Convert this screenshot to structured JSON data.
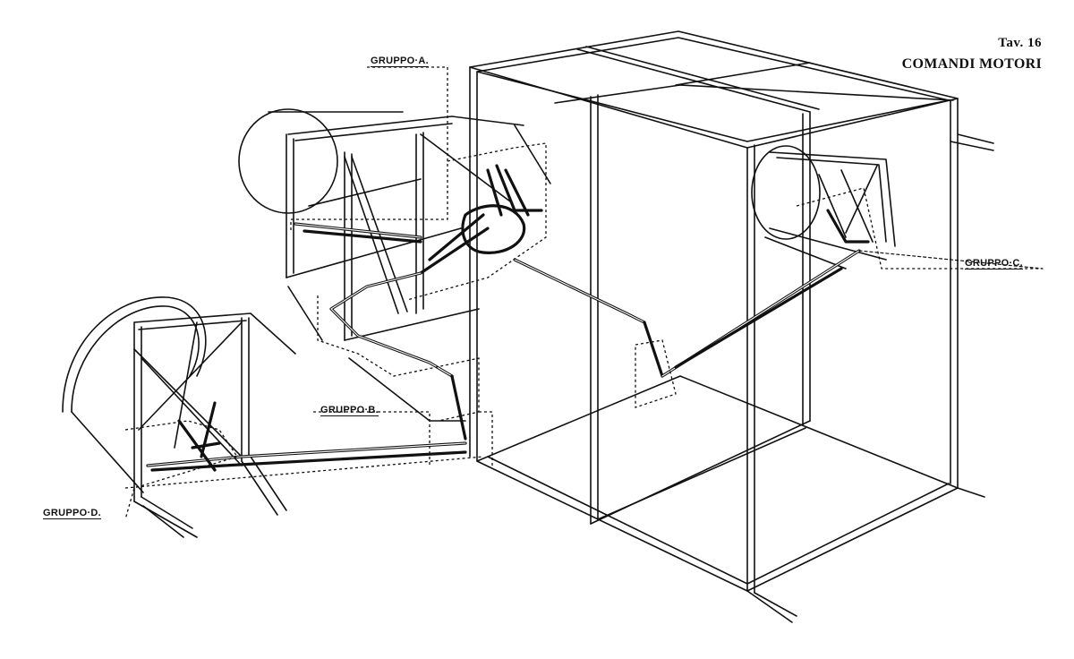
{
  "header": {
    "plate": "Tav. 16",
    "title": "COMANDI MOTORI"
  },
  "labels": {
    "group_a": "GRUPPO·A.",
    "group_b": "GRUPPO·B.",
    "group_c": "GRUPPO·C.",
    "group_d": "GRUPPO·D."
  }
}
